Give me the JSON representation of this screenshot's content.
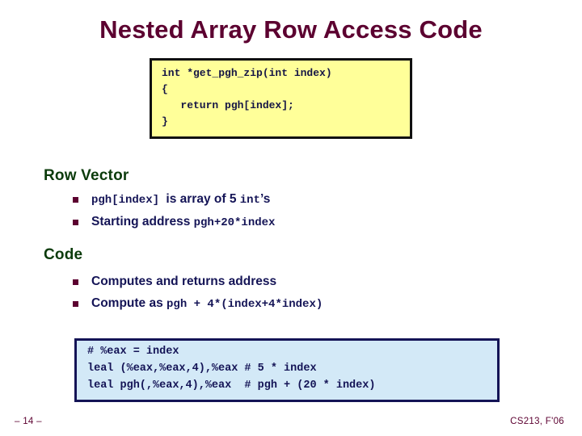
{
  "slide": {
    "title": "Nested Array Row Access Code",
    "page_label": "– 14 –",
    "course_label": "CS213, F'06",
    "colors": {
      "title": "#5c0030",
      "heading": "#0b3b0b",
      "body": "#141456",
      "bullet": "#5c0030",
      "c_box_bg": "#ffff99",
      "c_box_border": "#111111",
      "asm_box_bg": "#d3e9f7",
      "asm_box_border": "#141456"
    }
  },
  "c_code_box": {
    "name": "c-source-code",
    "text": "int *get_pgh_zip(int index)\n{\n   return pgh[index];\n}"
  },
  "sections": [
    {
      "heading": "Row Vector",
      "bullets": [
        {
          "parts": [
            {
              "style": "mono",
              "text": "pgh[index] "
            },
            {
              "style": "text",
              "text": "is array of 5 "
            },
            {
              "style": "mono",
              "text": "int"
            },
            {
              "style": "text",
              "text": "’s"
            }
          ]
        },
        {
          "parts": [
            {
              "style": "text",
              "text": "Starting address "
            },
            {
              "style": "mono",
              "text": "pgh+20*index"
            }
          ]
        }
      ]
    },
    {
      "heading": "Code",
      "bullets": [
        {
          "parts": [
            {
              "style": "text",
              "text": "Computes and returns address"
            }
          ]
        },
        {
          "parts": [
            {
              "style": "text",
              "text": "Compute as "
            },
            {
              "style": "mono",
              "text": "pgh + 4*(index+4*index)"
            }
          ]
        }
      ]
    }
  ],
  "asm_code_box": {
    "name": "assembly-code",
    "text": "# %eax = index\nleal (%eax,%eax,4),%eax # 5 * index\nleal pgh(,%eax,4),%eax  # pgh + (20 * index)"
  }
}
